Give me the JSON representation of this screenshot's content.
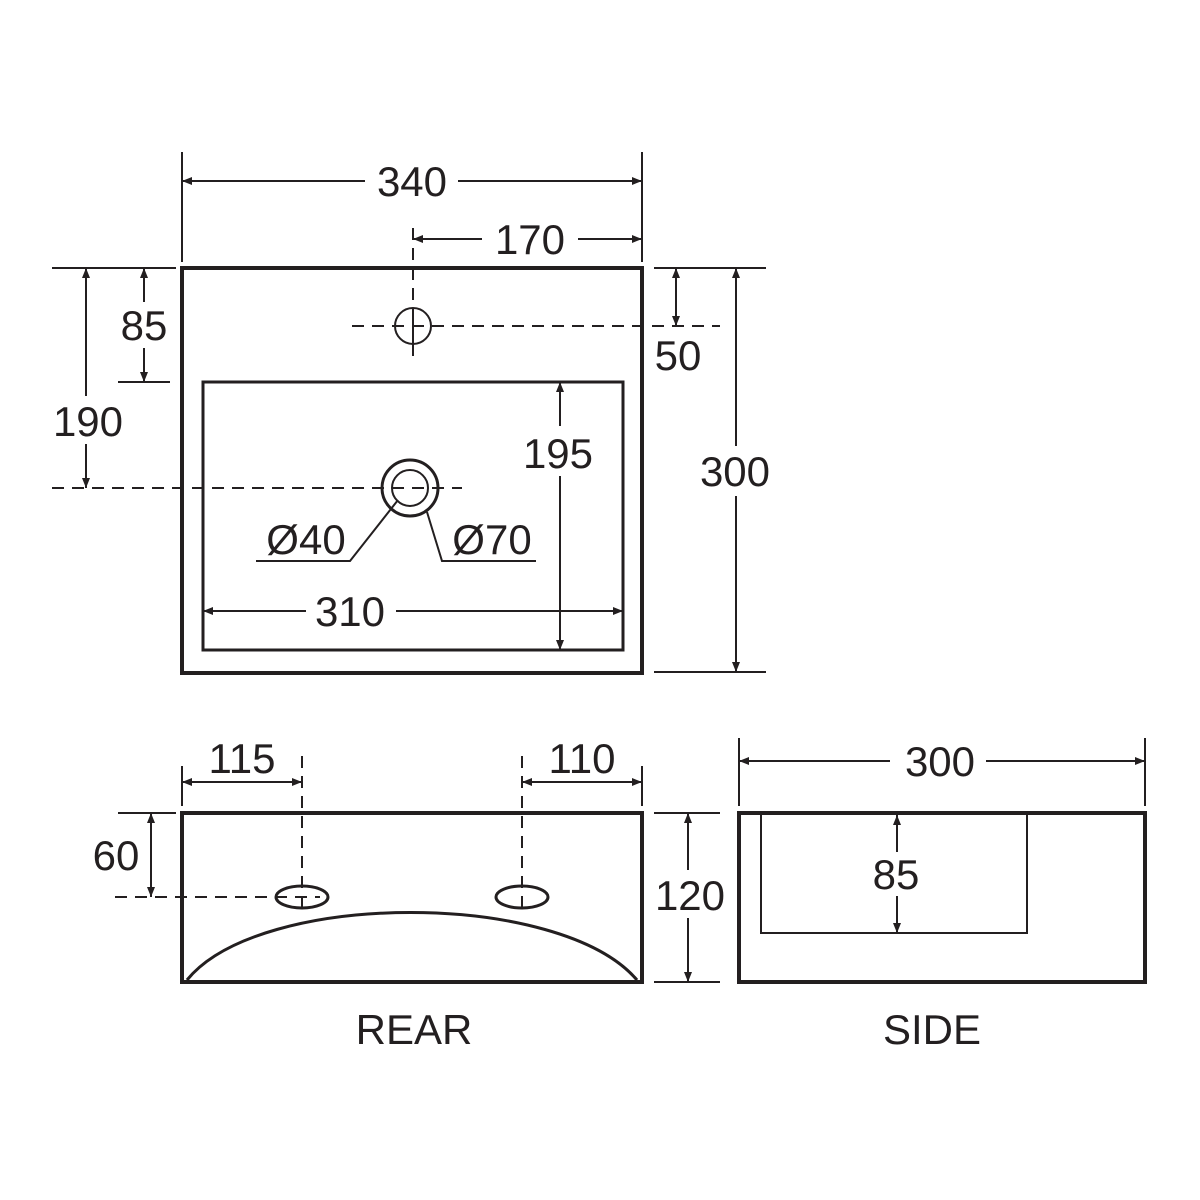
{
  "top_view": {
    "overall_width": "340",
    "tap_hole_offset": "170",
    "tap_hole_from_back": "85",
    "waste_from_back": "190",
    "bowl_depth_marker": "195",
    "bowl_width": "310",
    "overall_depth": "300",
    "rim_to_bowl": "50",
    "waste_inner_diameter": "Ø40",
    "waste_outer_diameter": "Ø70"
  },
  "rear_view": {
    "caption": "REAR",
    "hole_left_offset": "115",
    "hole_right_offset": "110",
    "hole_height": "60",
    "overall_height": "120"
  },
  "side_view": {
    "caption": "SIDE",
    "overall_depth": "300",
    "bowl_depth": "85"
  }
}
